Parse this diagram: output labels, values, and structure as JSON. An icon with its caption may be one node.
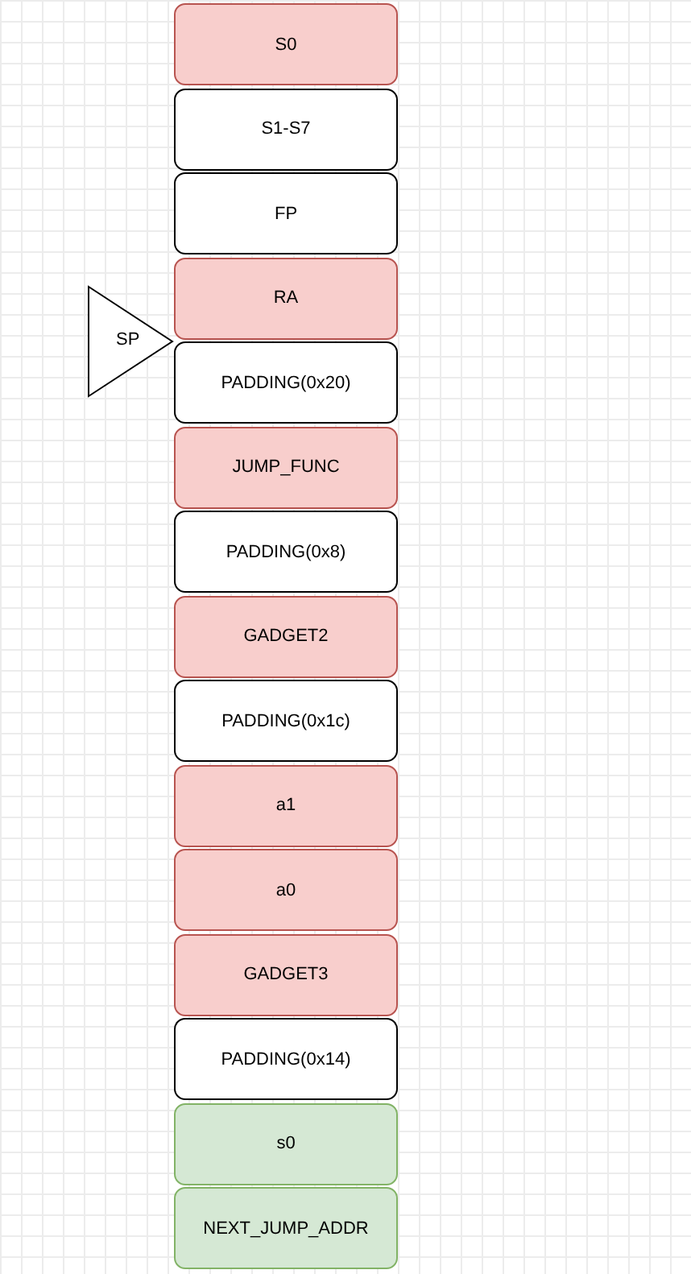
{
  "diagram": {
    "nodes": [
      {
        "text": [
          "S0"
        ]
      },
      {
        "text": [
          "S1-S7"
        ]
      },
      {
        "text": [
          "FP"
        ]
      },
      {
        "text": [
          "RA"
        ]
      },
      {
        "text": [
          "PADDING(0x20)"
        ]
      },
      {
        "text": [
          "JUMP_FUNC"
        ]
      },
      {
        "text": [
          "PADDING(0x8)"
        ]
      },
      {
        "text": [
          "GADGET2"
        ]
      },
      {
        "text": [
          "PADDING(0x1c)"
        ]
      },
      {
        "text": [
          "a1"
        ]
      },
      {
        "text": [
          "a0"
        ]
      },
      {
        "text": [
          "GADGET3"
        ]
      },
      {
        "text": [
          "PADDING(0x14)"
        ]
      },
      {
        "text": [
          "s0"
        ]
      },
      {
        "text": [
          "NEXT_JUMP_ADDR"
        ]
      },
      {
        "text": [
          "SP"
        ]
      }
    ]
  }
}
